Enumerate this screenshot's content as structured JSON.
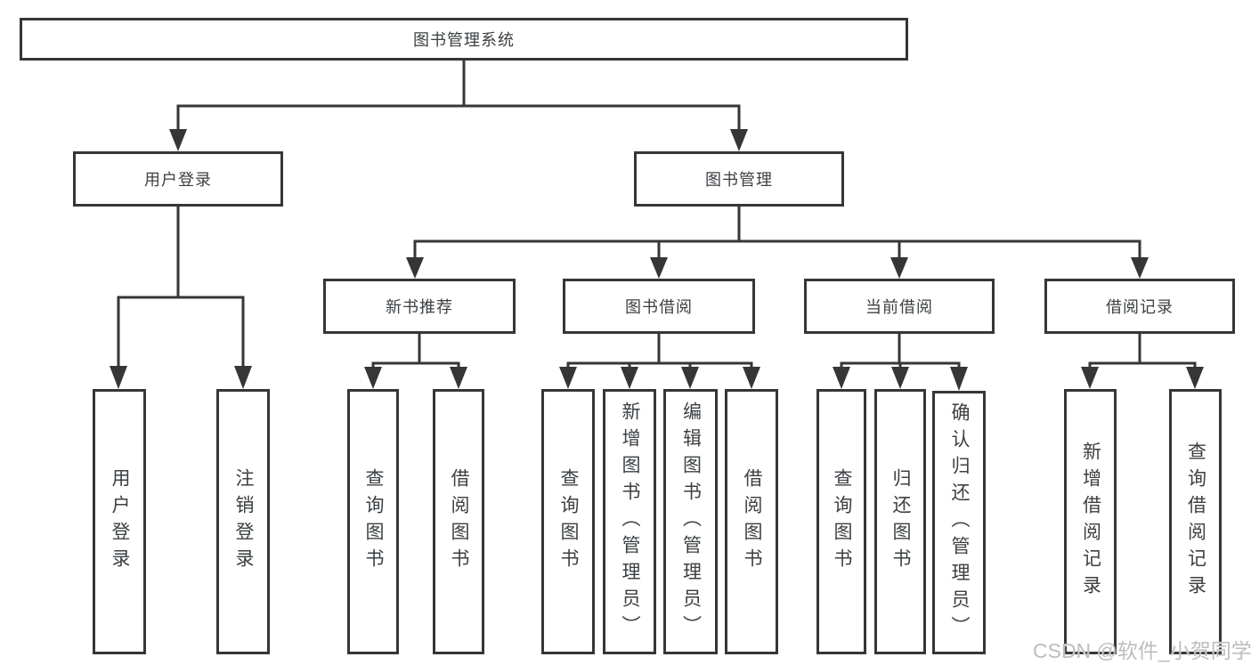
{
  "diagram_type": "hierarchy-functional-structure",
  "tree": {
    "label": "图书管理系统",
    "children": [
      {
        "label": "用户登录",
        "children": [
          {
            "label": "用户登录"
          },
          {
            "label": "注销登录"
          }
        ]
      },
      {
        "label": "图书管理",
        "children": [
          {
            "label": "新书推荐",
            "children": [
              {
                "label": "查询图书"
              },
              {
                "label": "借阅图书"
              }
            ]
          },
          {
            "label": "图书借阅",
            "children": [
              {
                "label": "查询图书"
              },
              {
                "label": "新增图书（管理员）"
              },
              {
                "label": "编辑图书（管理员）"
              },
              {
                "label": "借阅图书"
              }
            ]
          },
          {
            "label": "当前借阅",
            "children": [
              {
                "label": "查询图书"
              },
              {
                "label": "归还图书"
              },
              {
                "label": "确认归还（管理员）"
              }
            ]
          },
          {
            "label": "借阅记录",
            "children": [
              {
                "label": "新增借阅记录"
              },
              {
                "label": "查询借阅记录"
              }
            ]
          }
        ]
      }
    ]
  },
  "watermark": {
    "text": "CSDN @软件_小贺同学"
  },
  "colors": {
    "line": "#363636",
    "box_border": "#363636",
    "text": "#3c4043",
    "background": "#ffffff",
    "watermark": "#bdbdbd"
  }
}
